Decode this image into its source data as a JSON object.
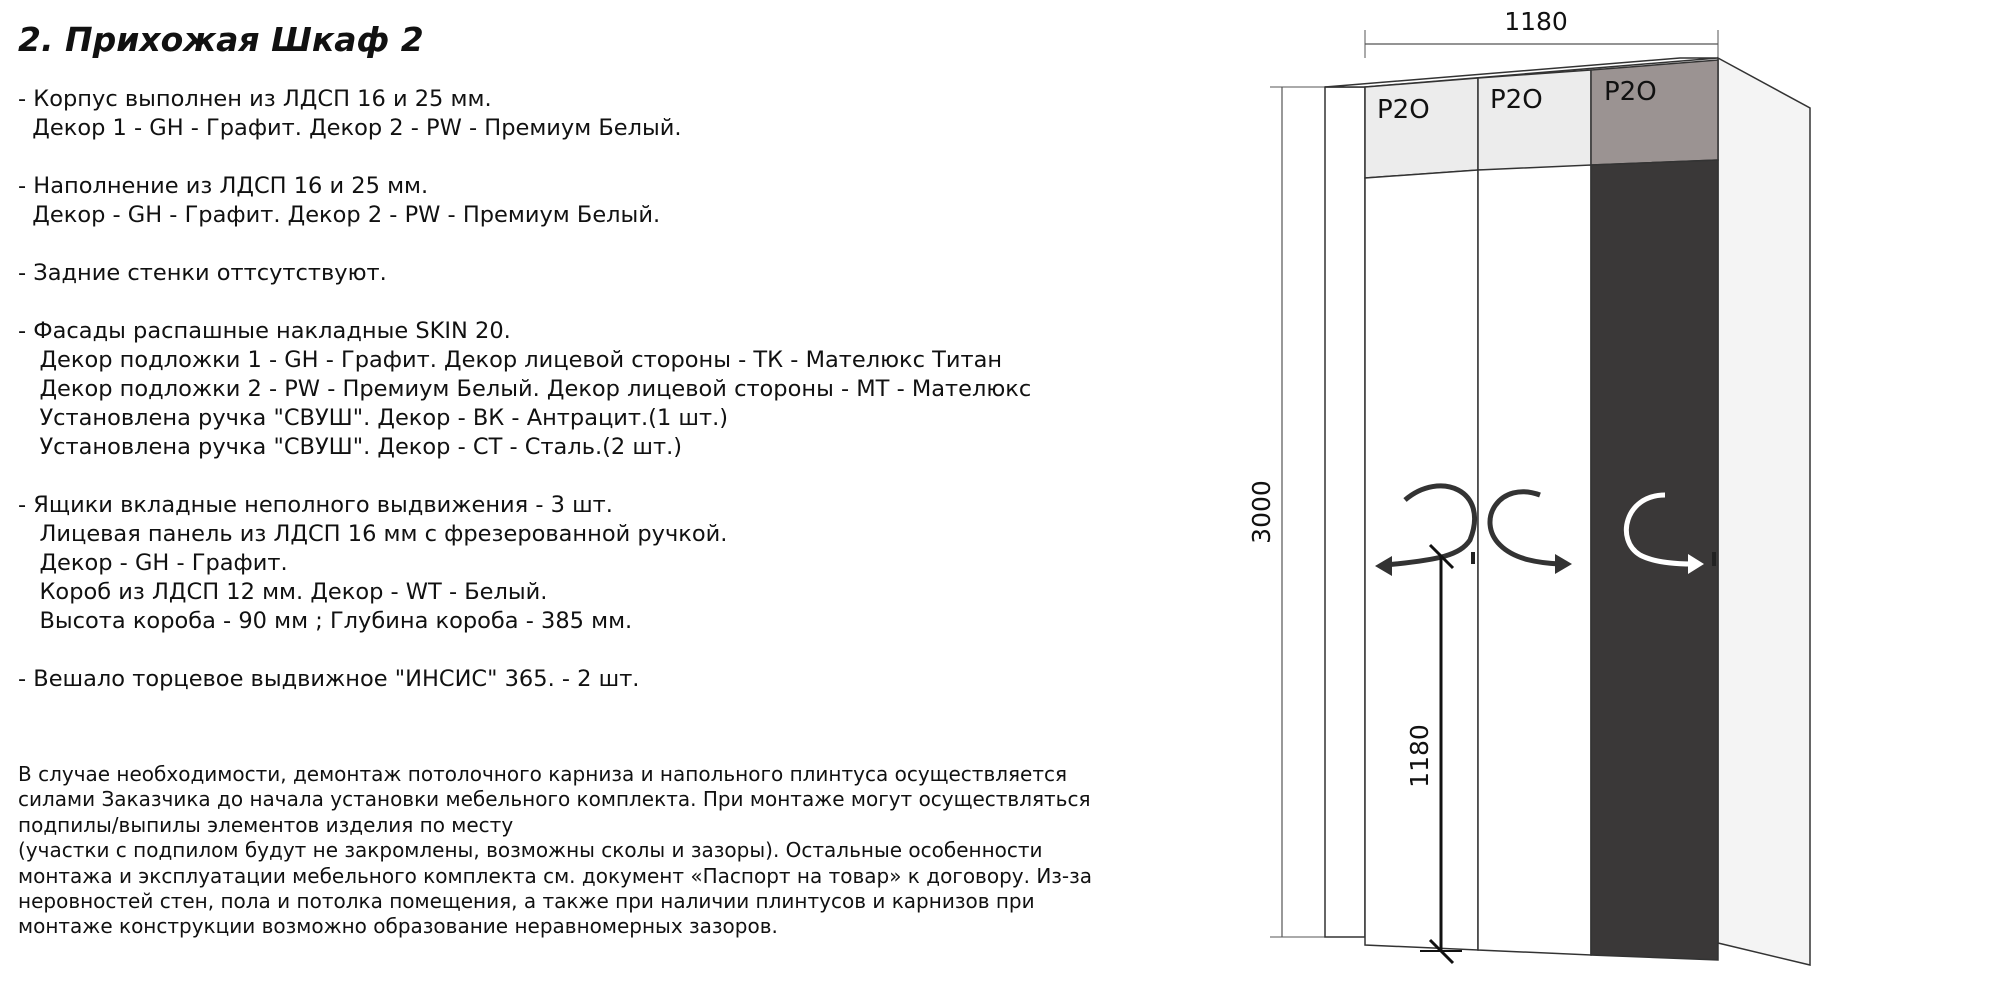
{
  "title": "2. Прихожая Шкаф 2",
  "spec_lines": [
    "- Корпус выполнен из ЛДСП 16 и 25 мм.",
    "  Декор 1 - GH - Графит. Декор 2 - PW - Премиум Белый.",
    "",
    "- Наполнение из ЛДСП 16 и 25 мм.",
    "  Декор - GH - Графит. Декор 2 - PW - Премиум Белый.",
    "",
    "- Задние стенки оттсутствуют.",
    "",
    "- Фасады распашные накладные SKIN 20.",
    "   Декор подложки 1 - GH - Графит. Декор лицевой стороны - ТК - Мателюкс Титан",
    "   Декор подложки 2 - PW - Премиум Белый. Декор лицевой стороны - МТ - Мателюкс",
    "   Установлена ручка \"СВУШ\". Декор - ВК - Антрацит.(1 шт.)",
    "   Установлена ручка \"СВУШ\". Декор - СТ - Сталь.(2 шт.)",
    "",
    "- Ящики вкладные неполного выдвижения - 3 шт.",
    "   Лицевая панель из ЛДСП 16 мм с фрезерованной ручкой.",
    "   Декор - GH - Графит.",
    "   Короб из ЛДСП 12 мм. Декор - WT - Белый.",
    "   Высота короба - 90 мм ; Глубина короба - 385 мм.",
    "",
    "- Вешало торцевое выдвижное \"ИНСИС\" 365. - 2 шт."
  ],
  "note_lines": [
    "В случае необходимости, демонтаж потолочного карниза и напольного плинтуса осуществляется",
    "силами Заказчика до начала установки мебельного комплекта. При монтаже могут осуществляться",
    "подпилы/выпилы элементов изделия по месту",
    "(участки с подпилом будут не закромлены, возможны сколы и зазоры). Остальные особенности",
    "монтажа и эксплуатации мебельного комплекта см. документ «Паспорт на товар» к договору. Из-за",
    "неровностей стен, пола и потолка помещения, а также при наличии плинтусов и карнизов при",
    "монтаже конструкции возможно образование неравномерных зазоров."
  ],
  "drawing": {
    "width_label": "1180",
    "height_label": "3000",
    "handle_height_label": "1180",
    "mezzanine_labels": [
      "P2O",
      "P2O",
      "P2O"
    ],
    "colors": {
      "graphite": "#3a3838",
      "mezzanine_light": "#ececec",
      "mezzanine_dark": "#9b9392",
      "side": "#f4f4f4"
    }
  }
}
